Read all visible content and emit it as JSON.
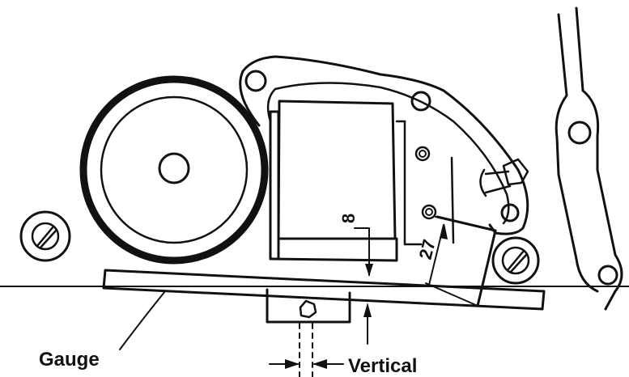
{
  "labels": {
    "gauge": "Gauge",
    "vertical": "Vertical"
  },
  "dimensions": {
    "gap_small": "8",
    "gap_large": "27"
  }
}
